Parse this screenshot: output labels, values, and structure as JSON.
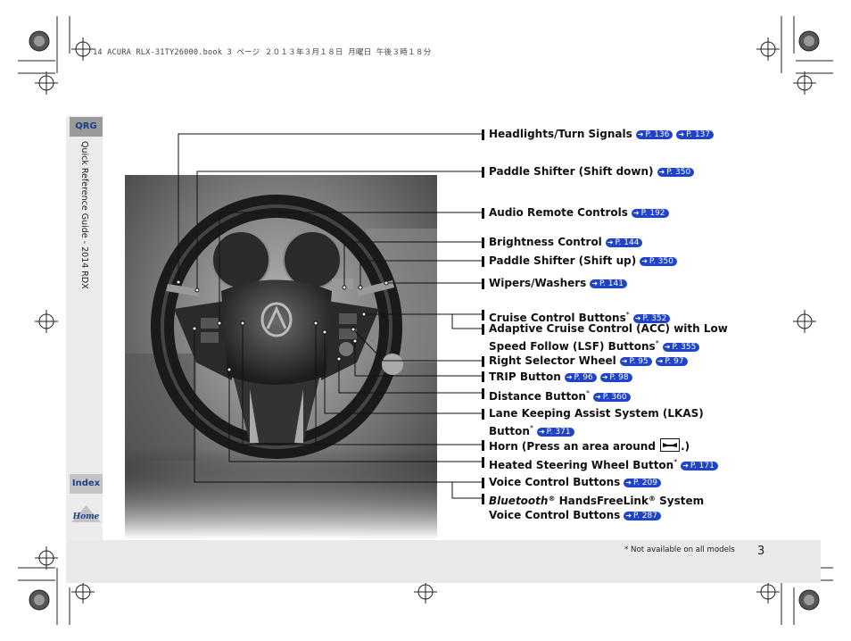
{
  "header": {
    "print_line": "14 ACURA RLX-31TY26000.book  3 ページ  ２０１３年３月１８日  月曜日  午後３時１８分"
  },
  "side": {
    "qrg": "QRG",
    "guide_title": "Quick Reference Guide - 2014 RDX",
    "index": "Index",
    "home": "Home"
  },
  "page": {
    "number": "3",
    "footnote": "* Not available on all models"
  },
  "items": [
    {
      "label": "Headlights/Turn Signals",
      "refs": [
        "P. 136",
        "P. 137"
      ]
    },
    {
      "label": "Paddle Shifter (Shift down)",
      "refs": [
        "P. 350"
      ]
    },
    {
      "label": "Audio Remote Controls",
      "refs": [
        "P. 192"
      ]
    },
    {
      "label": "Brightness Control",
      "refs": [
        "P. 144"
      ]
    },
    {
      "label": "Paddle Shifter (Shift up)",
      "refs": [
        "P. 350"
      ]
    },
    {
      "label": "Wipers/Washers",
      "refs": [
        "P. 141"
      ]
    },
    {
      "label": "Cruise Control Buttons",
      "star": "*",
      "refs": [
        "P. 352"
      ]
    },
    {
      "label_line1": "Adaptive Cruise Control (ACC) with Low",
      "label_line2": "Speed Follow (LSF) Buttons",
      "star": "*",
      "refs": [
        "P. 355"
      ]
    },
    {
      "label": "Right Selector Wheel",
      "refs": [
        "P. 95",
        "P. 97"
      ]
    },
    {
      "label": "TRIP Button",
      "refs": [
        "P. 96",
        "P. 98"
      ]
    },
    {
      "label": "Distance Button",
      "star": "*",
      "refs": [
        "P. 360"
      ]
    },
    {
      "label_line1": "Lane Keeping Assist System (LKAS)",
      "label_line2": "Button",
      "star": "*",
      "refs": [
        "P. 371"
      ]
    },
    {
      "label_pre": "Horn (Press an area around",
      "label_post": ".)"
    },
    {
      "label": "Heated Steering Wheel Button",
      "star": "*",
      "refs": [
        "P. 171"
      ]
    },
    {
      "label": "Voice Control Buttons",
      "refs": [
        "P. 209"
      ]
    },
    {
      "label_italic": "Bluetooth",
      "label_reg": "®",
      "label_rest": " HandsFreeLink",
      "label_reg2": "®",
      "label_rest2": " System",
      "label_line2": "Voice Control Buttons",
      "refs": [
        "P. 287"
      ]
    }
  ]
}
